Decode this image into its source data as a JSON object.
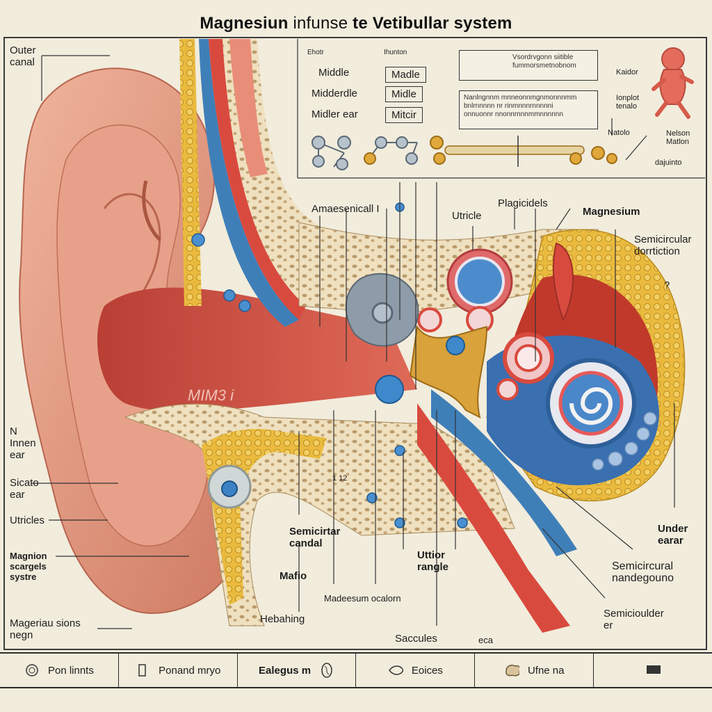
{
  "title": {
    "main": "Magnesiun",
    "thin": "infunse",
    "rest": "te Vetibullar system"
  },
  "left_labels": [
    {
      "id": "outer-canal",
      "text": "Outer\ncanal"
    },
    {
      "id": "inner-ear",
      "text": "N\nInnen\near"
    },
    {
      "id": "sicato-ear",
      "text": "Sicato\near"
    },
    {
      "id": "utricles",
      "text": "Utricles"
    },
    {
      "id": "magnesium-system",
      "text": "Magnion\nscargels\nsystre"
    },
    {
      "id": "magnesium-sions",
      "text": "Mageriau sions\nnegn"
    }
  ],
  "table": {
    "headers": [
      "Ehotr",
      "Ihunton"
    ],
    "rows": [
      [
        "Middle",
        "Madle"
      ],
      [
        "Midderdle",
        "Midle"
      ],
      [
        "Midler ear",
        "Mitcir"
      ]
    ]
  },
  "info_boxes": {
    "top": "Vsordrvgonn siitible\nfummorsmetnobnom",
    "middle": "Nanlngnnm mnneonnmgnmonnnmm\nbnlrnnnnn nr rinmnnnrnnnnni\nonnuonnr nnonnrnnnmmnnnnnn"
  },
  "right_top_labels": [
    {
      "id": "kaidor",
      "text": "Kaidor"
    },
    {
      "id": "toplot",
      "text": "Ionplot\ntenalo"
    },
    {
      "id": "natolo",
      "text": "Natolo"
    },
    {
      "id": "natson",
      "text": "Nelson\nMatlon"
    },
    {
      "id": "dajuinto",
      "text": "dajuinto"
    }
  ],
  "diagram_labels": [
    {
      "id": "amaesenical",
      "text": "Amaesenicall I"
    },
    {
      "id": "utricle",
      "text": "Utricle"
    },
    {
      "id": "plagicidels",
      "text": "Plagicidels"
    },
    {
      "id": "magnesium",
      "text": "Magnesium"
    },
    {
      "id": "semicircular-direction",
      "text": "Semicircular\ndorrtiction"
    },
    {
      "id": "question",
      "text": "?"
    },
    {
      "id": "mira",
      "text": "MIM3 i"
    },
    {
      "id": "number",
      "text": "1 12"
    },
    {
      "id": "semicircular-canal",
      "text": "Semicirtar\ncandal"
    },
    {
      "id": "utter-rangle",
      "text": "Uttior\nrangle"
    },
    {
      "id": "mafio",
      "text": "Mafio"
    },
    {
      "id": "madecum",
      "text": "Madeesum ocalorn"
    },
    {
      "id": "hebahing",
      "text": "Hebahing"
    },
    {
      "id": "saccules",
      "text": "Saccules"
    },
    {
      "id": "eca",
      "text": "eca"
    },
    {
      "id": "under-ear",
      "text": "Under\nearar"
    },
    {
      "id": "semicircular-nandegouno",
      "text": "Semicircural\nnandegouno"
    },
    {
      "id": "semicioulder-er",
      "text": "Semicioulder\ner"
    }
  ],
  "footer": [
    {
      "id": "pon-limits",
      "icon": "circle-icon",
      "text": "Pon linnts"
    },
    {
      "id": "ponand-mryo",
      "icon": "rect-icon",
      "text": "Ponand mryo"
    },
    {
      "id": "ealegus",
      "icon": "none",
      "text": "Ealegus m",
      "bold": true
    },
    {
      "id": "eoices",
      "icon": "leaf-icon",
      "text": "Eoices"
    },
    {
      "id": "ufne-na",
      "icon": "brain-icon",
      "text": "Ufne na"
    },
    {
      "id": "logos",
      "icon": "logo-icon",
      "text": ""
    }
  ],
  "colors": {
    "skin": "#d9826c",
    "canal": "#cf5446",
    "bone": "#efe0bf",
    "gold": "#e4b33a",
    "blue": "#3f7fb8",
    "red": "#d94a3e"
  }
}
